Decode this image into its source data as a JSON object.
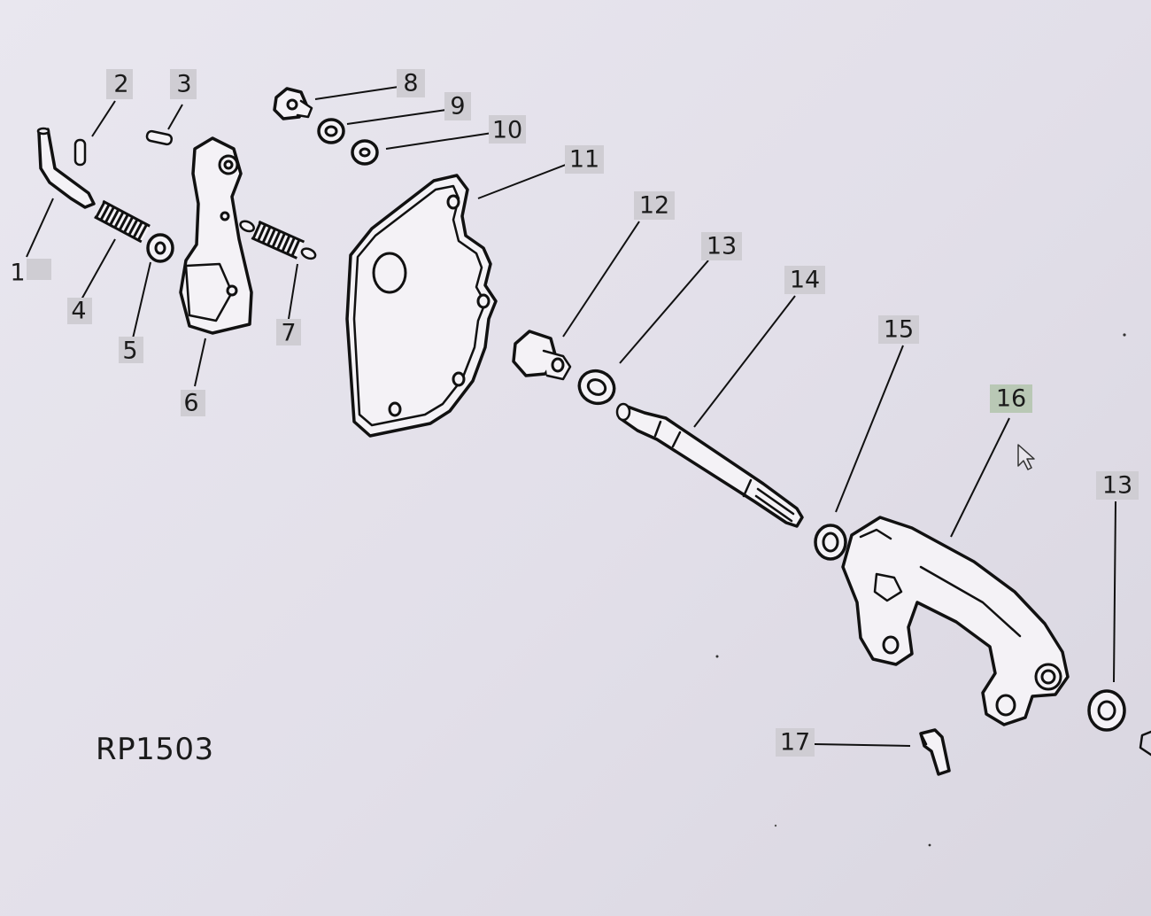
{
  "diagram": {
    "reference_code": "RP1503",
    "callouts": [
      "1",
      "2",
      "3",
      "4",
      "5",
      "6",
      "7",
      "8",
      "9",
      "10",
      "11",
      "12",
      "13",
      "14",
      "15",
      "16",
      "13",
      "17"
    ]
  },
  "parts": {
    "1": "rod-icon",
    "2": "pin-icon",
    "3": "pin-icon",
    "4": "spring-icon",
    "5": "washer-icon",
    "6": "lever-icon",
    "7": "spring-icon",
    "8": "nut-icon",
    "9": "washer-icon",
    "10": "washer-icon",
    "11": "plate-icon",
    "12": "nut-icon",
    "13": "washer-icon",
    "14": "shaft-icon",
    "15": "washer-icon",
    "16": "arm-icon",
    "17": "pin-icon"
  },
  "colors": {
    "background": "#e4e1ea",
    "linework": "#111111",
    "label_box": "#cfcdd3",
    "label_box_highlight": "#b9c8b5"
  },
  "cursor": "arrow-cursor-icon"
}
